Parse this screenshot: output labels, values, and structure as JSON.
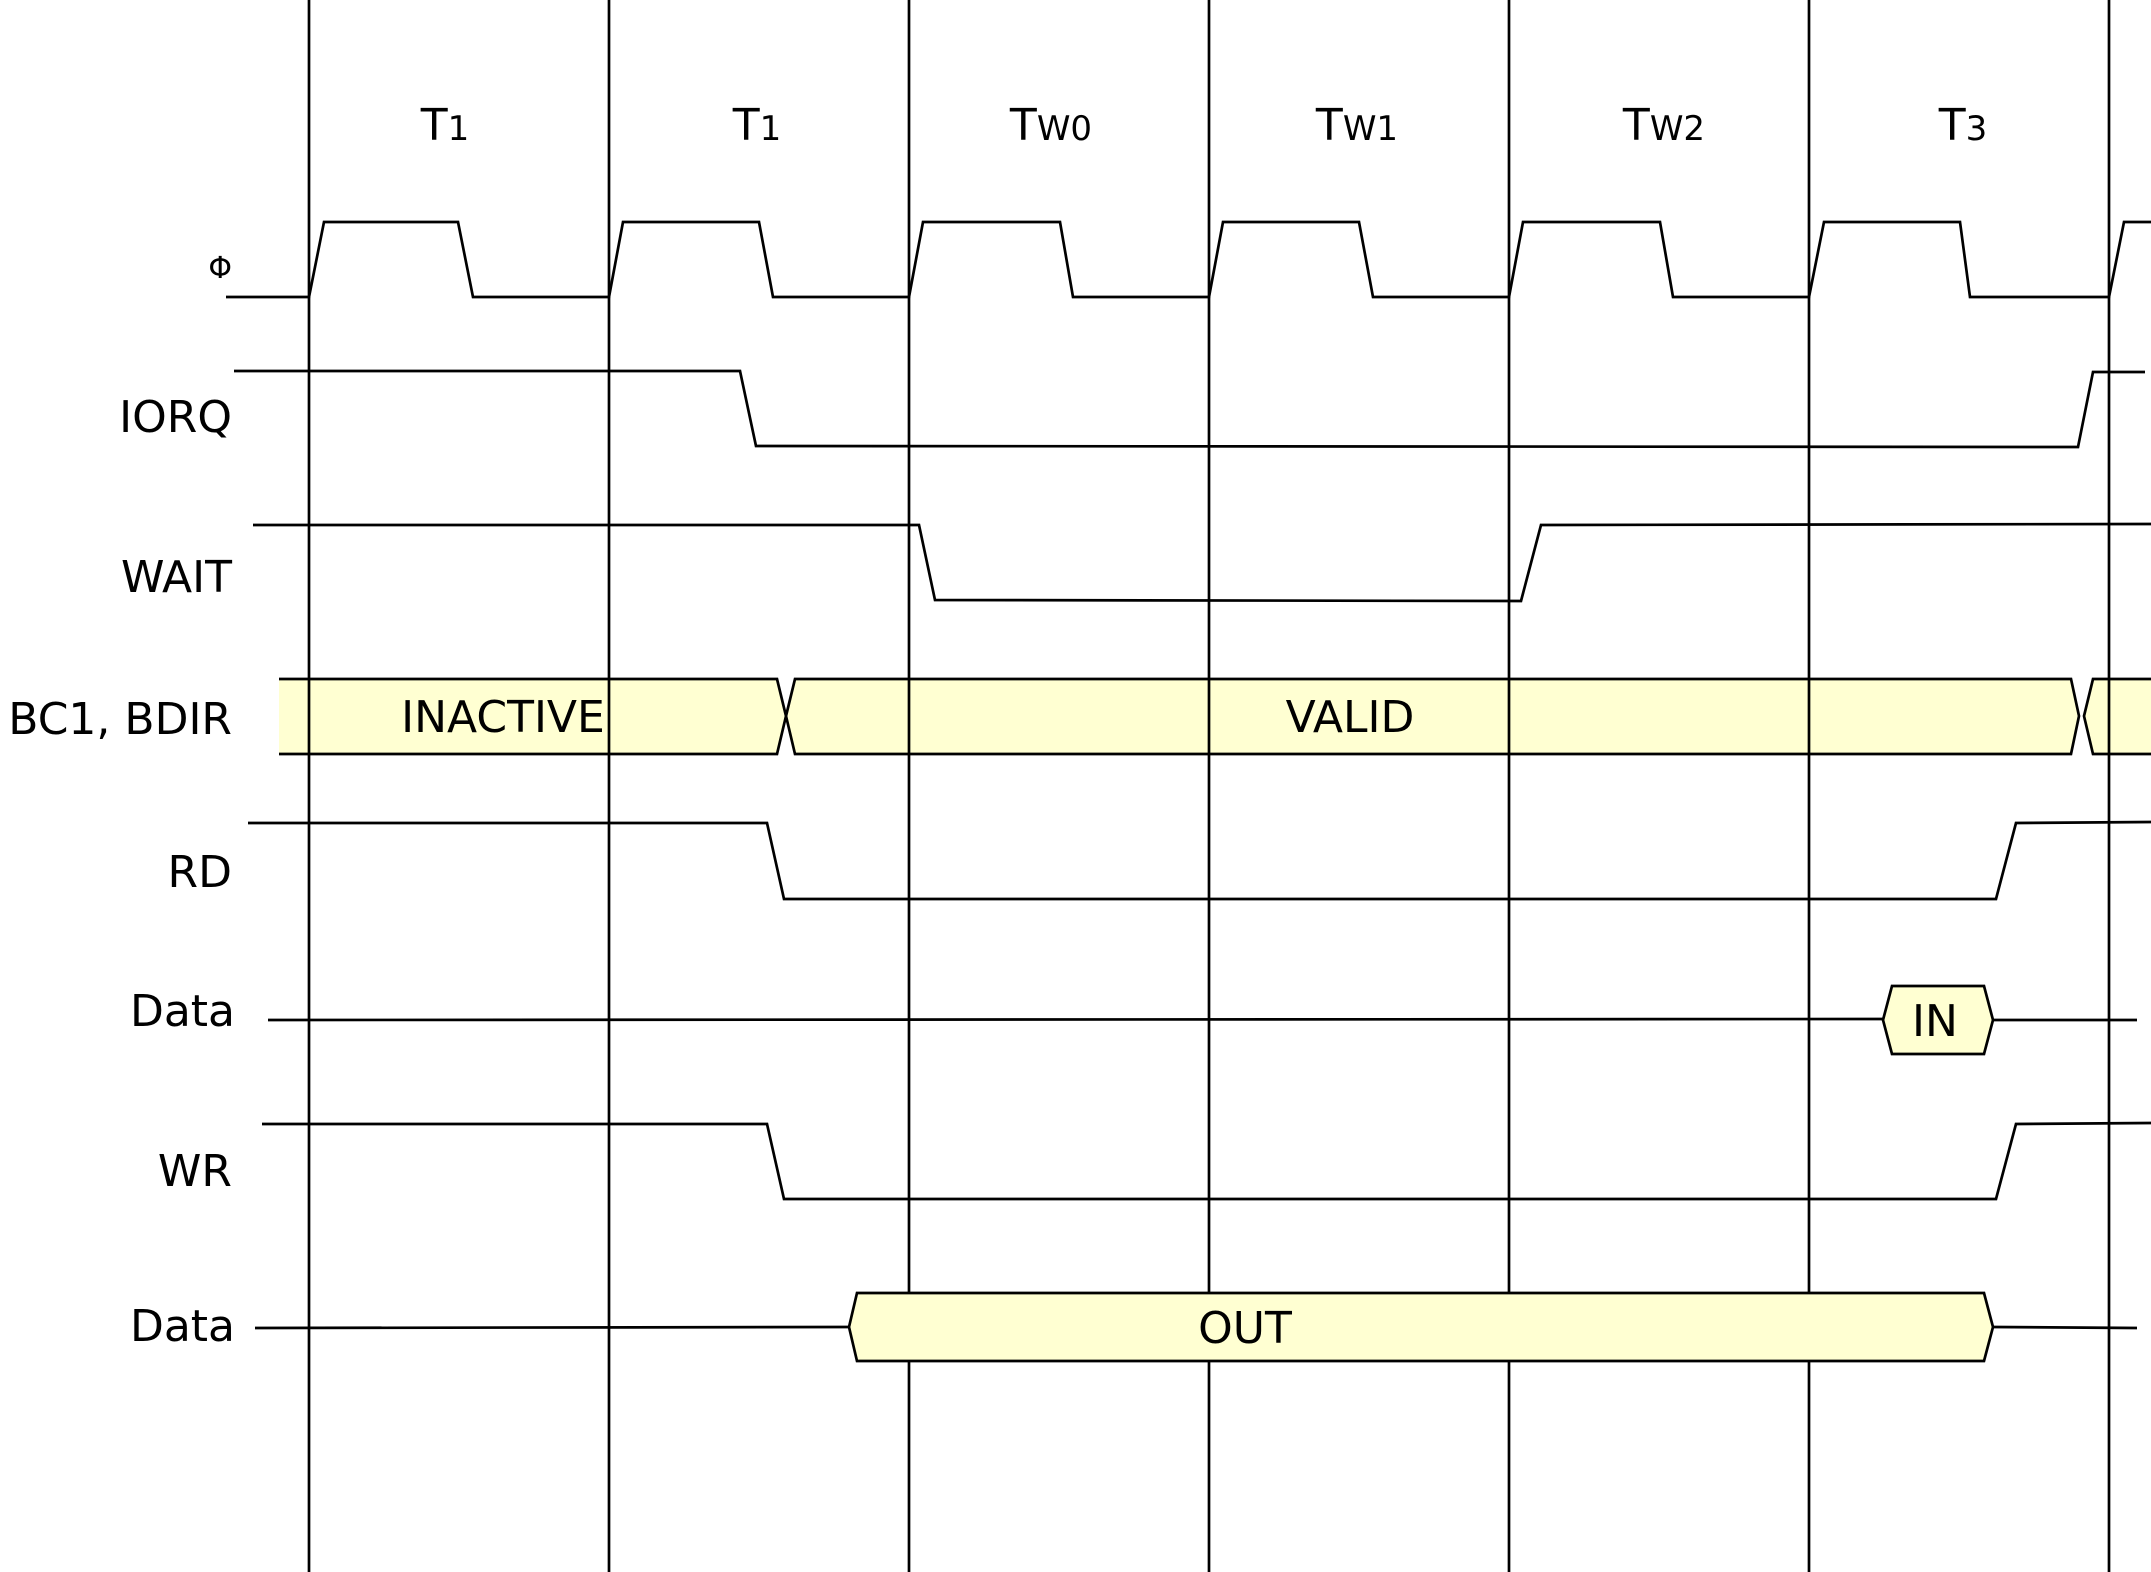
{
  "phases": [
    {
      "main": "T",
      "sub": "1"
    },
    {
      "main": "T",
      "sub": "1"
    },
    {
      "main": "T",
      "sub": "W0"
    },
    {
      "main": "T",
      "sub": "W1"
    },
    {
      "main": "T",
      "sub": "W2"
    },
    {
      "main": "T",
      "sub": "3"
    }
  ],
  "signals": {
    "phi": "Φ",
    "iorq": "IORQ",
    "wait": "WAIT",
    "bc1_bdir": "BC1, BDIR",
    "rd": "RD",
    "data_in": "Data",
    "wr": "WR",
    "data_out": "Data"
  },
  "bus_labels": {
    "inactive": "INACTIVE",
    "valid": "VALID",
    "in": "IN",
    "out": "OUT"
  },
  "colors": {
    "bus_fill": "#ffffd2",
    "line": "#000000"
  }
}
